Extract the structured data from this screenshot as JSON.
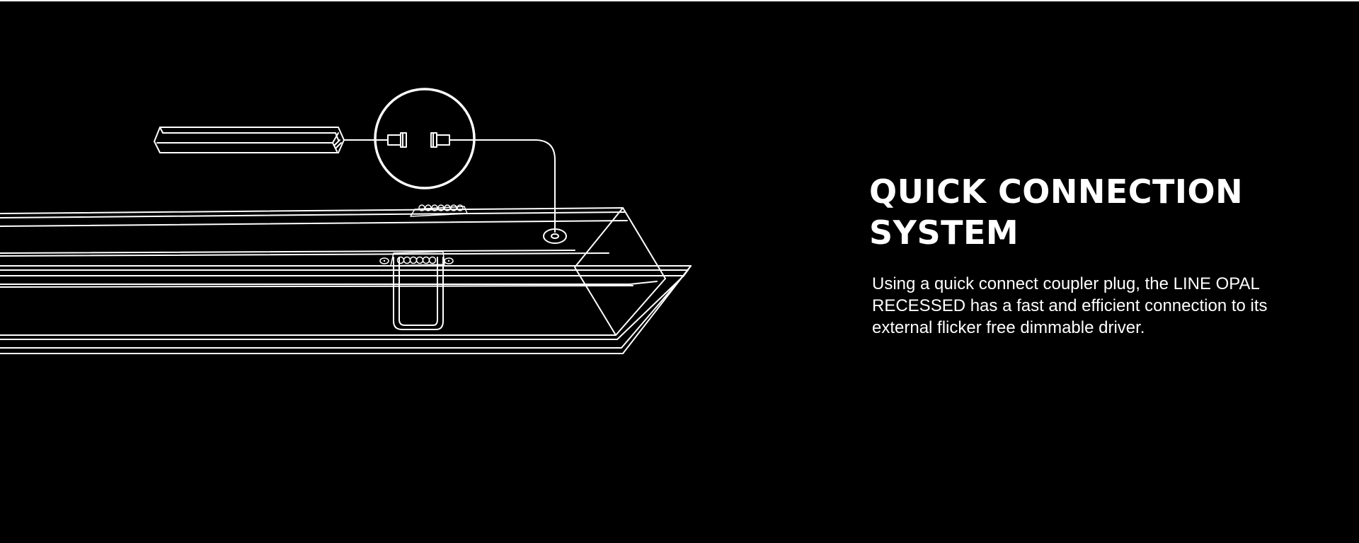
{
  "colors": {
    "background": "#000000",
    "line_art": "#ffffff",
    "text": "#ffffff"
  },
  "illustration": {
    "icons": [
      "driver-box-icon",
      "magnifier-circle-icon",
      "coupler-plug-icon",
      "luminaire-profile-icon"
    ]
  },
  "feature": {
    "title_line1": "QUICK CONNECTION",
    "title_line2": "SYSTEM",
    "description": "Using a quick connect coupler plug, the LINE OPAL RECESSED has a fast and efficient connection to its external flicker free dimmable driver."
  }
}
